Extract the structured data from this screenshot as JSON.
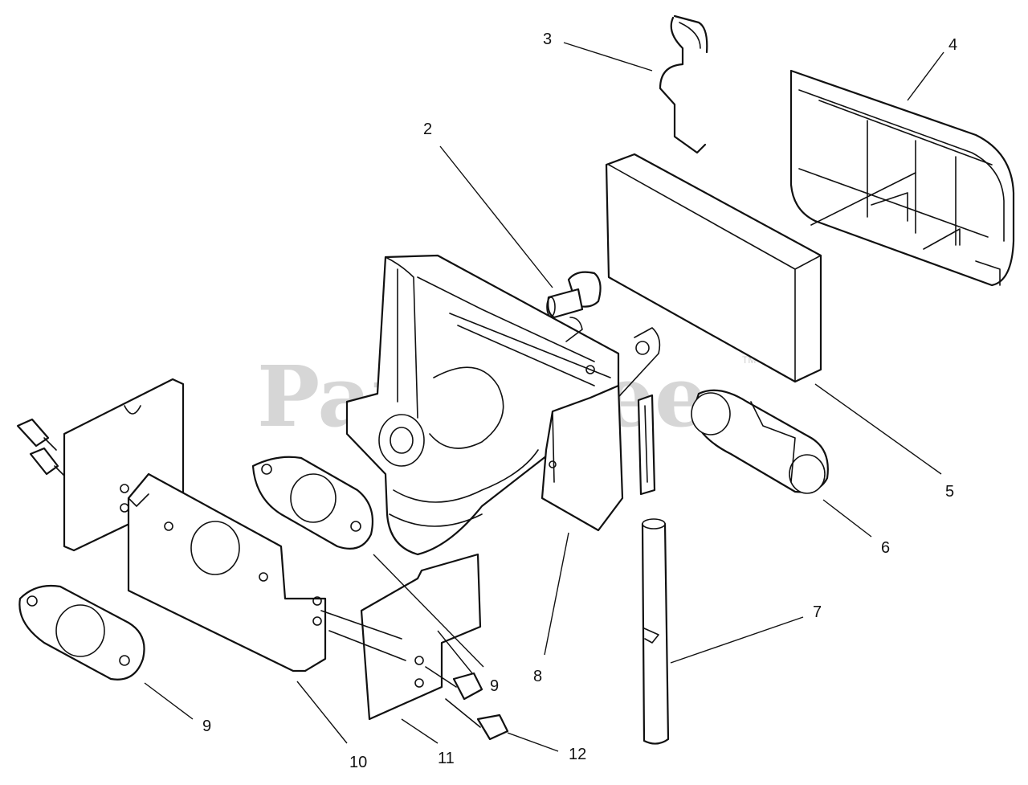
{
  "watermark": {
    "text": "PartsTree",
    "tm": "TM"
  },
  "callouts": [
    {
      "id": "c2",
      "label": "2"
    },
    {
      "id": "c3",
      "label": "3"
    },
    {
      "id": "c4",
      "label": "4"
    },
    {
      "id": "c5",
      "label": "5"
    },
    {
      "id": "c6",
      "label": "6"
    },
    {
      "id": "c7",
      "label": "7"
    },
    {
      "id": "c8",
      "label": "8"
    },
    {
      "id": "c9a",
      "label": "9"
    },
    {
      "id": "c9b",
      "label": "9"
    },
    {
      "id": "c9c",
      "label": "9"
    },
    {
      "id": "c10",
      "label": "10"
    },
    {
      "id": "c11",
      "label": "11"
    },
    {
      "id": "c12",
      "label": "12"
    }
  ]
}
